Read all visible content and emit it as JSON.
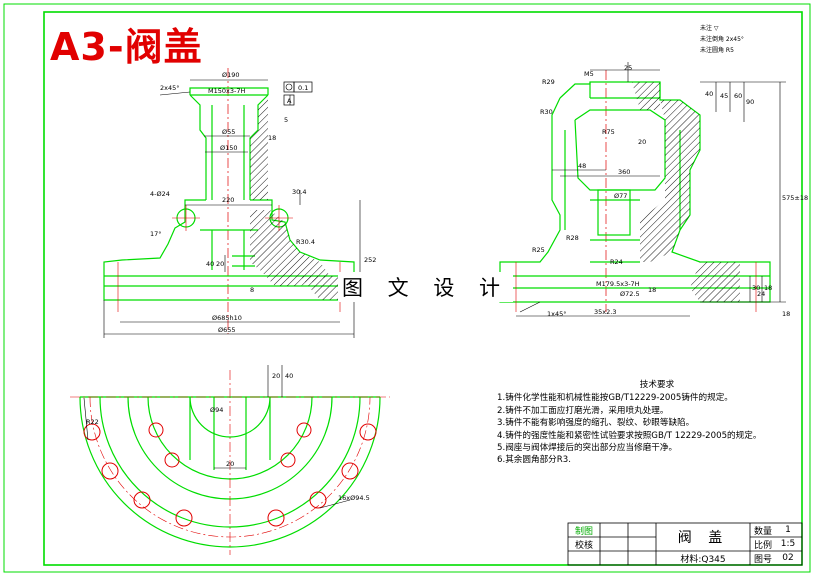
{
  "sheet": {
    "title": "A3-阀盖",
    "watermark": "图 文 设 计"
  },
  "roughness": {
    "line1": "未注 ▽",
    "line2": "未注倒角 2x45°",
    "line3": "未注圆角 R5"
  },
  "dims": {
    "d190": "Ø190",
    "thread_top": "M150x3-7H",
    "chamfer_top": "2x45°",
    "flat": "0.1",
    "datum": "A",
    "d55": "Ø55",
    "d150": "Ø150",
    "d5": "5",
    "d18": "18",
    "d220": "220",
    "d30": "30.4",
    "ang": "4-Ø24",
    "d17": "17°",
    "r30": "R30.4",
    "d40a": "40",
    "d20a": "20",
    "d252": "252",
    "d8": "8",
    "d685": "Ø685h10",
    "d655": "Ø655",
    "m15": "M5",
    "r29": "R29",
    "r30b": "R30",
    "r75": "R75",
    "d20b": "20",
    "d48": "48",
    "d360": "360",
    "d77": "Ø77",
    "r28": "R28",
    "r25": "R25",
    "r24": "R24",
    "thread2": "M179.5x3-7H",
    "d72": "Ø72.5",
    "d18b": "18",
    "d35": "35x2.3",
    "chamfer2": "1x45°",
    "d24": "24",
    "d18c": "18",
    "d575": "575±18",
    "d40b": "40",
    "d45": "45",
    "d60": "60",
    "d90": "90",
    "d25": "25",
    "d30b": "30",
    "d18d": "18",
    "r22": "R22",
    "d20c": "20",
    "d40c": "40",
    "d20d": "20",
    "d94": "Ø94",
    "holes": "16xØ94.5"
  },
  "notes": {
    "title": "技术要求",
    "items": [
      "1.铸件化学性能和机械性能按GB/T12229-2005铸件的规定。",
      "2.铸件不加工面应打磨光滑，采用喷丸处理。",
      "3.铸件不能有影响强度的缩孔、裂纹、砂眼等缺陷。",
      "4.铸件的强度性能和紧密性试验要求按照GB/T 12229-2005的规定。",
      "5.阀座与阀体焊接后的突出部分应当修磨干净。",
      "6.其余圆角部分R3."
    ]
  },
  "title_block": {
    "drawn_label": "制图",
    "check_label": "校核",
    "part_name": "阀 盖",
    "qty_label": "数量",
    "qty_value": "1",
    "scale_label": "比例",
    "scale_value": "1:5",
    "material": "材料:Q345",
    "drawing_no_label": "图号",
    "drawing_no_value": "02"
  },
  "colors": {
    "outline": "#00dd00",
    "hatch": "#000000",
    "center": "#e10000",
    "dim": "#000000"
  }
}
